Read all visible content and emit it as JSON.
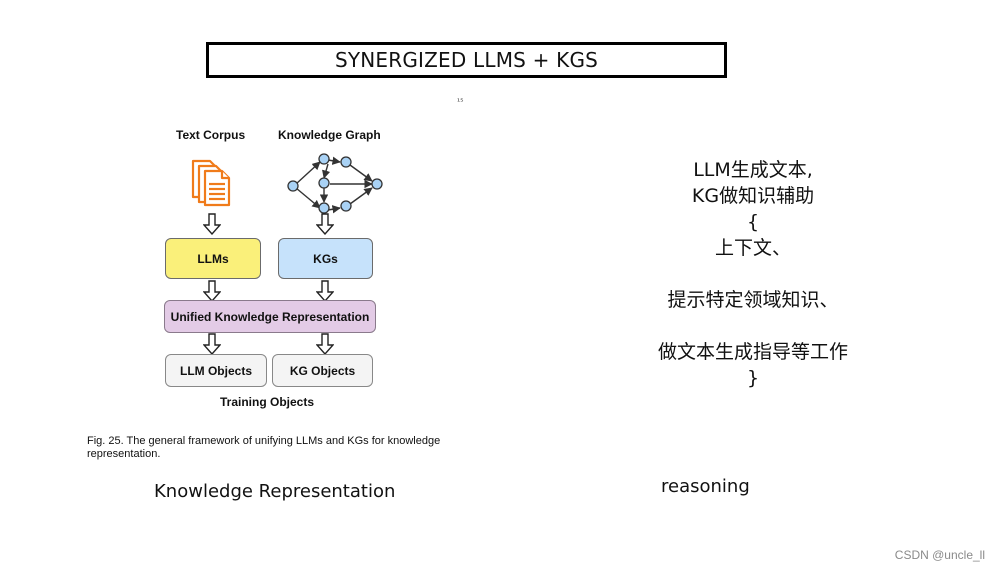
{
  "slide": {
    "title": "SYNERGIZED LLMS + KGS"
  },
  "figure": {
    "stray_mark": "¹⁵",
    "inputs": {
      "text_corpus": "Text Corpus",
      "knowledge_graph": "Knowledge Graph"
    },
    "boxes": {
      "llms": "LLMs",
      "kgs": "KGs",
      "unified": "Unified Knowledge Representation",
      "llm_objects": "LLM Objects",
      "kg_objects": "KG Objects"
    },
    "training_objects": "Training Objects",
    "caption_line1": "Fig. 25. The general framework of unifying LLMs and KGs for knowledge",
    "caption_line2": "representation.",
    "colors": {
      "llm_box": "#faf07a",
      "kg_box": "#c6e2fb",
      "unified_box": "#e3cbe6",
      "object_box": "#f4f4f4",
      "doc_icon": "#f07b1a",
      "graph_node": "#a9d2f5"
    }
  },
  "labels": {
    "knowledge_representation": "Knowledge Representation",
    "reasoning": "reasoning"
  },
  "notes": {
    "line1": "LLM生成文本,",
    "line2": "KG做知识辅助",
    "line3": "{",
    "line4": "上下文、",
    "line5": "",
    "line6": "提示特定领域知识、",
    "line7": "",
    "line8": "做文本生成指导等工作",
    "line9": "}"
  },
  "watermark": "CSDN @uncle_ll"
}
